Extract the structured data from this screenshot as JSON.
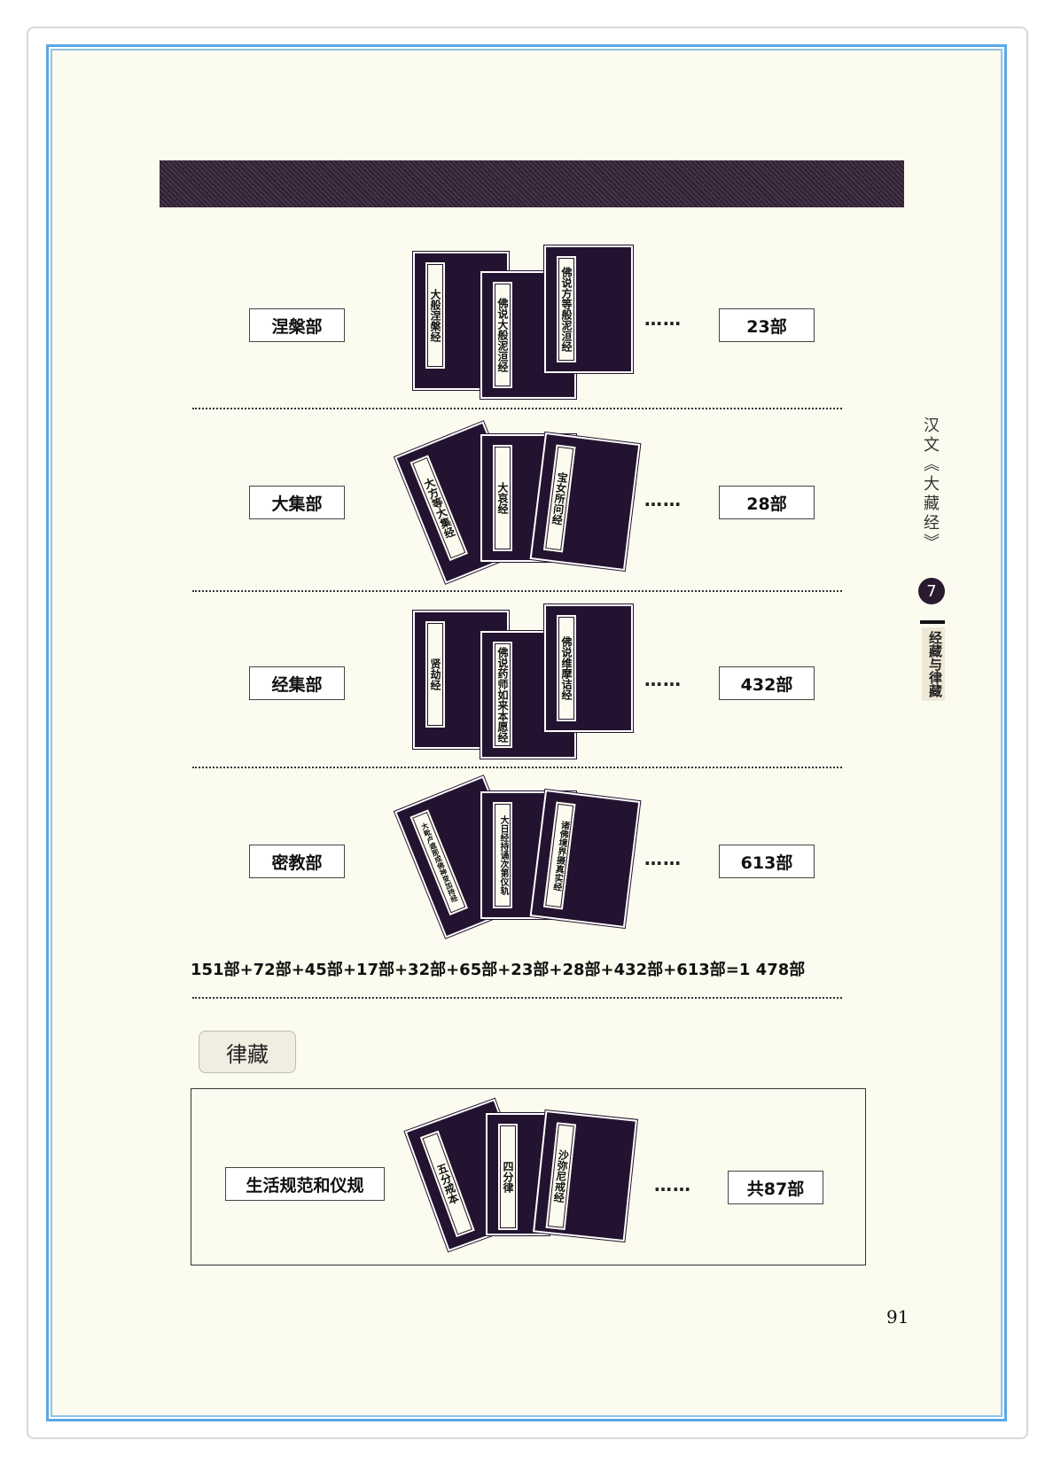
{
  "rows": [
    {
      "label": "涅槃部",
      "count": "23部",
      "books": [
        "大般涅槃经",
        "佛说大般泥洹经",
        "佛说方等般泥洹经"
      ]
    },
    {
      "label": "大集部",
      "count": "28部",
      "books": [
        "大方等大集经",
        "大哀经",
        "宝女所问经"
      ]
    },
    {
      "label": "经集部",
      "count": "432部",
      "books": [
        "贤劫经",
        "佛说药师如来本愿经",
        "佛说维摩诘经"
      ]
    },
    {
      "label": "密教部",
      "count": "613部",
      "books": [
        "大毗卢遮那成佛神变加持经",
        "大日经持诵次第仪轨",
        "诸佛境界摄真实经"
      ]
    }
  ],
  "ellipsis": "……",
  "formula": "151部+72部+45部+17部+32部+65部+23部+28部+432部+613部=1 478部",
  "vinaya": {
    "tab": "律藏",
    "label": "生活规范和仪规",
    "count": "共87部",
    "books": [
      "五分戒本",
      "四分律",
      "沙弥尼戒经"
    ]
  },
  "sidebar": {
    "title": "汉文《大藏经》",
    "chapter": "7",
    "section": "经藏与律藏"
  },
  "page_number": "91"
}
